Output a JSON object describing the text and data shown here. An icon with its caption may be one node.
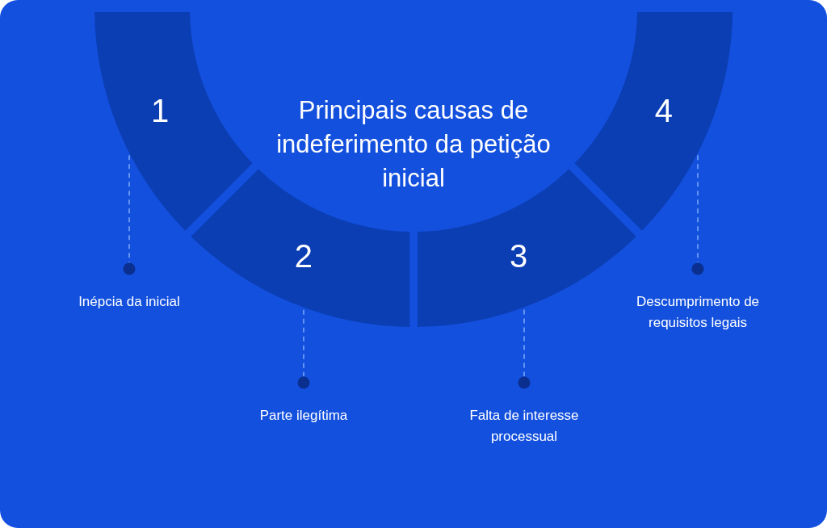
{
  "diagram": {
    "title": "Principais causas de indeferimento da petição inicial",
    "nodes": [
      {
        "text": [
          "1"
        ]
      },
      {
        "text": [
          "2"
        ]
      },
      {
        "text": [
          "3"
        ]
      },
      {
        "text": [
          "4"
        ]
      },
      {
        "text": [
          "Inépcia da inicial"
        ]
      },
      {
        "text": [
          "Parte ilegítima"
        ]
      },
      {
        "text": [
          "Falta de interesse processual"
        ]
      },
      {
        "text": [
          "Descumprimento de requisitos legais"
        ]
      }
    ],
    "edges": [
      {
        "from": 0,
        "to": 4,
        "arrow": "other",
        "style": "dashed"
      },
      {
        "from": 1,
        "to": 5,
        "arrow": "other",
        "style": "dashed"
      },
      {
        "from": 2,
        "to": 6,
        "arrow": "other",
        "style": "dashed"
      },
      {
        "from": 3,
        "to": 7,
        "arrow": "other",
        "style": "dashed"
      }
    ]
  }
}
